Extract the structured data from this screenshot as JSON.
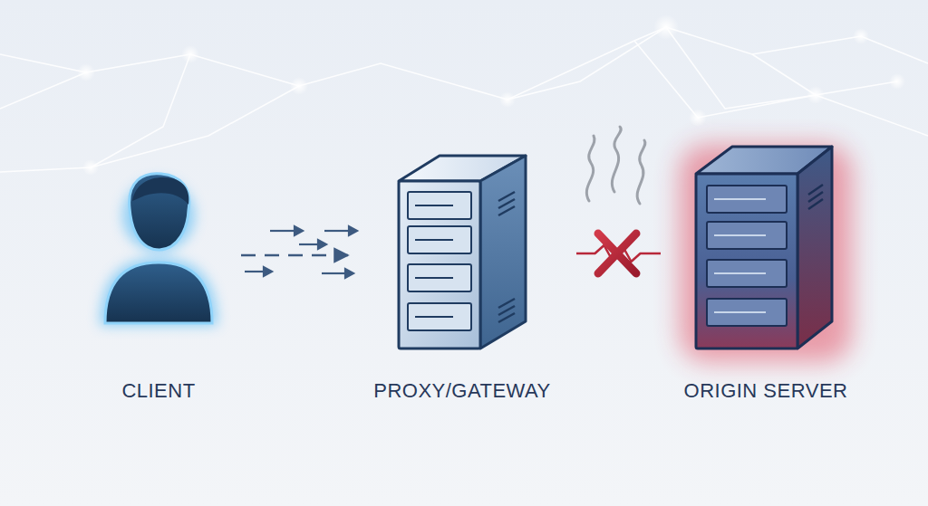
{
  "diagram": {
    "nodes": [
      {
        "text": [
          "CLIENT"
        ]
      },
      {
        "text": [
          "PROXY/GATEWAY"
        ]
      },
      {
        "text": [
          "ORIGIN SERVER"
        ]
      }
    ],
    "edges": [
      {
        "from": 0,
        "to": 1,
        "arrow": "to"
      },
      {
        "from": 1,
        "to": 2,
        "arrow": "none"
      }
    ]
  }
}
